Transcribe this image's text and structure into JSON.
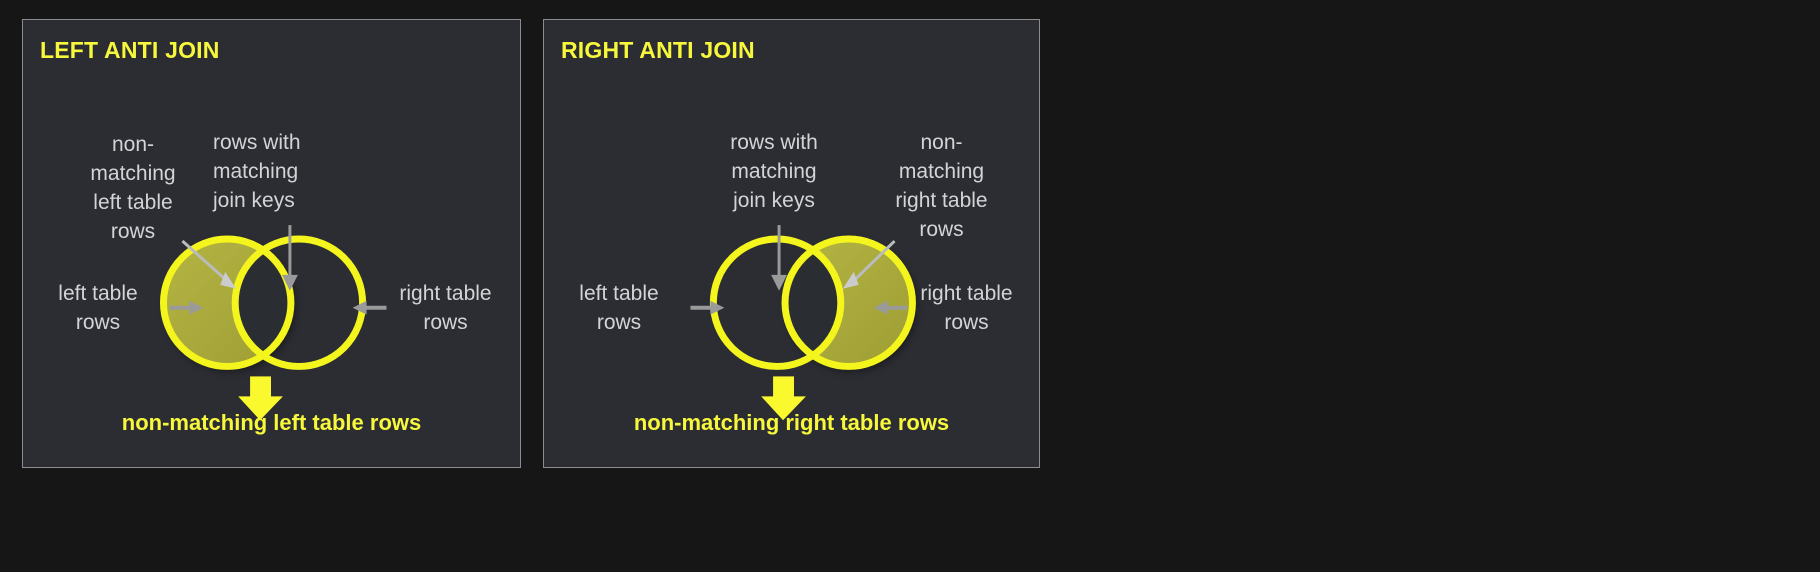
{
  "page": {
    "background_color": "#161616",
    "panel_background": "#2b2d33",
    "panel_border_color": "#8c8c8c",
    "accent_yellow": "#f7f73b",
    "stroke_yellow": "#f5f51e",
    "fill_olive": "#a8a83c",
    "label_gray": "#d2d4d6",
    "arrow_gray": "#9a9a9a"
  },
  "panels": [
    {
      "id": "left-anti-join",
      "title": "LEFT ANTI JOIN",
      "labels": {
        "top_left": "non-\nmatching\nleft table\nrows",
        "top_right": "rows with\nmatching\njoin keys",
        "side_left": "left table\nrows",
        "side_right": "right table\nrows"
      },
      "caption": "non-matching left table rows",
      "venn": {
        "highlighted_region": "left-only",
        "left_circle_filled": true,
        "right_circle_filled": false,
        "intersection_filled": false
      }
    },
    {
      "id": "right-anti-join",
      "title": "RIGHT ANTI JOIN",
      "labels": {
        "top_left": "rows with\nmatching\njoin keys",
        "top_right": "non-\nmatching\nright table\nrows",
        "side_left": "left table\nrows",
        "side_right": "right table\nrows"
      },
      "caption": "non-matching right table rows",
      "venn": {
        "highlighted_region": "right-only",
        "left_circle_filled": false,
        "right_circle_filled": true,
        "intersection_filled": false
      }
    }
  ]
}
